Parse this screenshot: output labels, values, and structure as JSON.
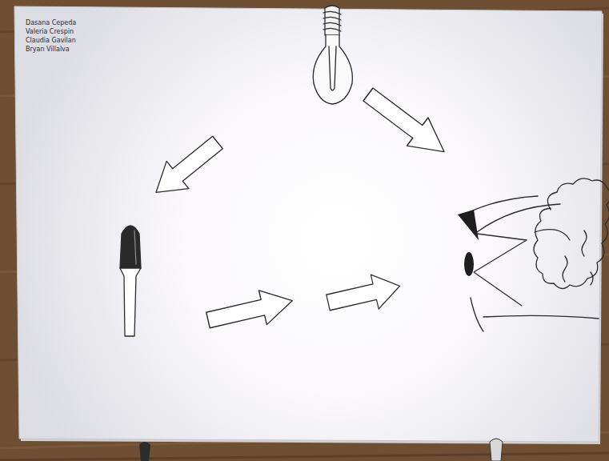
{
  "diagram": {
    "labels": [
      "Dasana Cepeda",
      "Valeria Crespin",
      "Claudia Gavilan",
      "Bryan Villalva"
    ]
  }
}
